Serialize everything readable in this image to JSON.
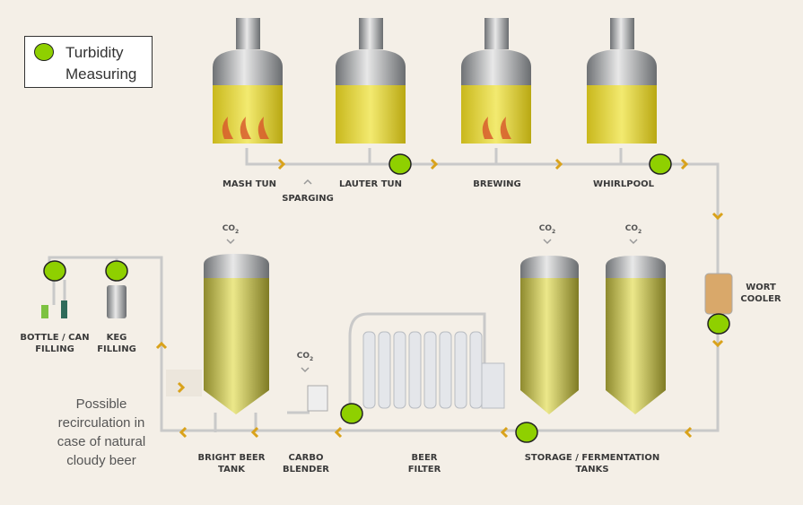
{
  "legend": {
    "line1": "Turbidity",
    "line2": "Measuring",
    "marker_color": "#8fd000"
  },
  "labels": {
    "mash_tun": "MASH TUN",
    "sparging": "SPARGING",
    "lauter_tun": "LAUTER TUN",
    "brewing": "BREWING",
    "whirlpool": "WHIRLPOOL",
    "wort_cooler": [
      "WORT",
      "COOLER"
    ],
    "bottle_can": [
      "BOTTLE / CAN",
      "FILLING"
    ],
    "keg": [
      "KEG",
      "FILLING"
    ],
    "bright_beer": [
      "BRIGHT BEER",
      "TANK"
    ],
    "carbo": [
      "CARBO",
      "BLENDER"
    ],
    "beer_filter": [
      "BEER",
      "FILTER"
    ],
    "storage": [
      "STORAGE / FERMENTATION",
      "TANKS"
    ]
  },
  "co2": {
    "text": "CO",
    "sub": "2"
  },
  "note": [
    "Possible",
    "recirculation in",
    "case of natural",
    "cloudy beer"
  ]
}
